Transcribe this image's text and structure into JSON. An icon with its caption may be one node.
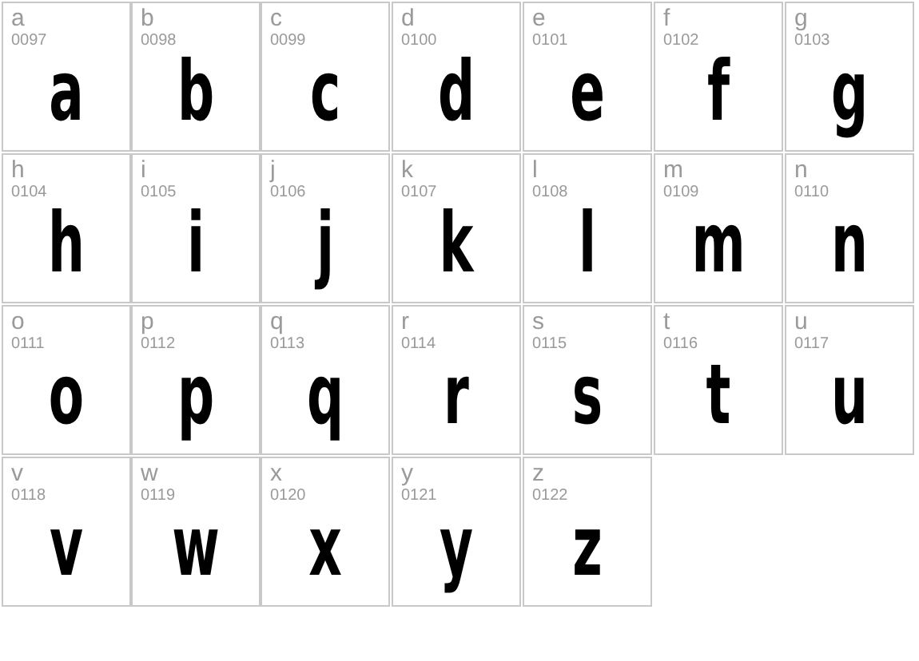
{
  "diagram": {
    "labels": [
      "a",
      "0097",
      "a",
      "b",
      "0098",
      "b",
      "c",
      "0099",
      "c",
      "d",
      "0100",
      "d",
      "e",
      "0101",
      "e",
      "f",
      "0102",
      "f",
      "g",
      "0103",
      "g",
      "h",
      "0104",
      "h",
      "i",
      "0105",
      "i",
      "j",
      "0106",
      "j",
      "k",
      "0107",
      "k",
      "l",
      "0108",
      "l",
      "m",
      "0109",
      "m",
      "n",
      "0110",
      "n",
      "o",
      "0111",
      "o",
      "p",
      "0112",
      "p",
      "q",
      "0113",
      "q",
      "r",
      "0114",
      "r",
      "s",
      "0115",
      "s",
      "t",
      "0116",
      "t",
      "u",
      "0117",
      "u",
      "v",
      "0118",
      "v",
      "w",
      "0119",
      "w",
      "x",
      "0120",
      "x",
      "y",
      "0121",
      "y",
      "z",
      "0122",
      "z"
    ]
  }
}
